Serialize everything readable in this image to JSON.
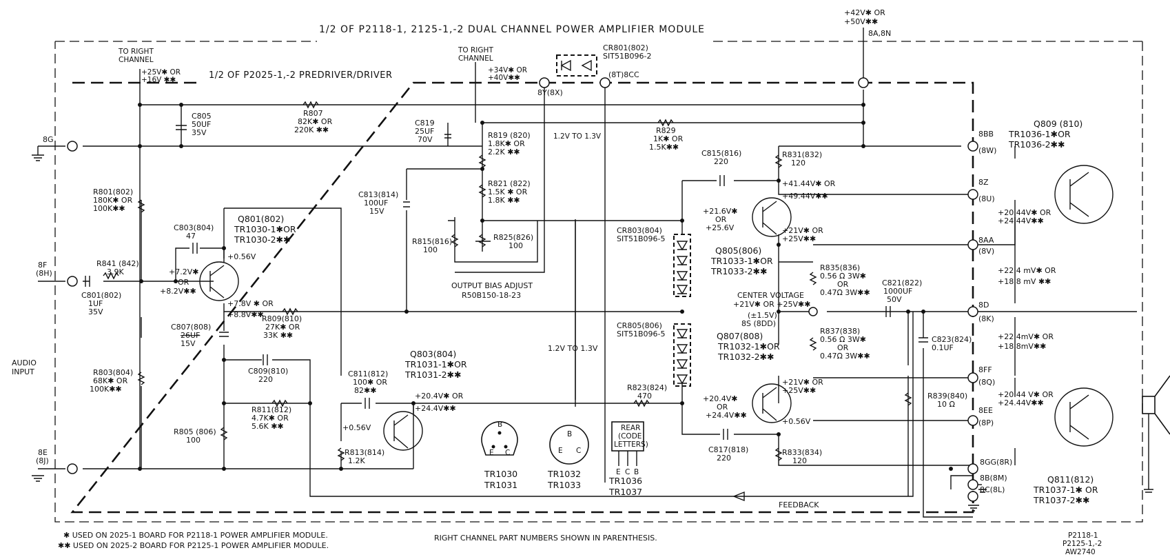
{
  "titles": {
    "module": "1/2 OF P2118-1, 2125-1,-2 DUAL CHANNEL POWER AMPLIFIER MODULE",
    "predriver": "1/2 OF P2025-1,-2 PREDRIVER/DRIVER"
  },
  "supplies": {
    "main_a": "+42V✱ OR",
    "main_b": "+50V✱✱",
    "main_pins": "8A,8N",
    "right1_a": "TO RIGHT",
    "right1_b": "CHANNEL",
    "v25_a": "+25V✱ OR",
    "v25_b": "+16V ✱✱",
    "right2_a": "TO RIGHT",
    "right2_b": "CHANNEL",
    "v34_a": "+34V✱ OR",
    "v34_b": "+40V✱✱"
  },
  "nodes": {
    "n8g": "8G",
    "n8f_a": "8F",
    "n8f_b": "(8H)",
    "n8e_a": "8E",
    "n8e_b": "(8J)",
    "n8y": "8Y(8X)",
    "n8t": "(8T)8CC",
    "n8bb_a": "8BB",
    "n8bb_b": "(8W)",
    "n8z_a": "8Z",
    "n8z_b": "(8U)",
    "n8aa_a": "8AA",
    "n8aa_b": "(8V)",
    "n8d_a": "8D",
    "n8d_b": "(8K)",
    "n8ff_a": "8FF",
    "n8ff_b": "(8Q)",
    "n8ee_a": "8EE",
    "n8ee_b": "(8P)",
    "n8gg": "8GG(8R)",
    "n8b": "8B(8M)",
    "n8c": "8C(8L)"
  },
  "components": {
    "c805": [
      "C805",
      "50UF",
      "35V"
    ],
    "r807": [
      "R807",
      "82K✱ OR",
      "220K ✱✱"
    ],
    "c819": [
      "C819",
      "25UF",
      "70V"
    ],
    "r819": [
      "R819 (820)",
      "1.8K✱ OR",
      "2.2K ✱✱"
    ],
    "v12a": "1.2V TO 1.3V",
    "r829": [
      "R829",
      "1K✱ OR",
      "1.5K✱✱"
    ],
    "cr801": [
      "CR801(802)",
      "SIT51B096-2"
    ],
    "r821": [
      "R821 (822)",
      "1.5K ✱ OR",
      "1.8K ✱✱"
    ],
    "c813": [
      "C813(814)",
      "100UF",
      "15V"
    ],
    "r815": [
      "R815(816)",
      "100"
    ],
    "r825": [
      "R825(826)",
      "100"
    ],
    "bias_a": "OUTPUT BIAS ADJUST",
    "bias_b": "R50B150-18-23",
    "r801": [
      "R801(802)",
      "180K✱ OR",
      "100K✱✱"
    ],
    "c803": [
      "C803(804)",
      "47"
    ],
    "q801": [
      "Q801(802)",
      "TR1030-1✱OR",
      "TR1030-2✱✱"
    ],
    "q801v": [
      "+0.56V",
      "+7.2V✱",
      "OR",
      "+8.2V✱✱"
    ],
    "r841": [
      "R841 (842)",
      "3.9K"
    ],
    "c801": [
      "C801(802)",
      "1UF",
      "35V"
    ],
    "v78": [
      "+7.8V ✱ OR",
      "+8.8V✱✱"
    ],
    "r809": [
      "R809(810)",
      "27K✱ OR",
      "33K ✱✱"
    ],
    "c807": [
      "C807(808)",
      "26UF",
      "15V"
    ],
    "c809": [
      "C809(810)",
      "220"
    ],
    "r803": [
      "R803(804)",
      "68K✱ OR",
      "100K✱✱"
    ],
    "audio": [
      "AUDIO",
      "INPUT"
    ],
    "r805": [
      "R805 (806)",
      "100"
    ],
    "r811": [
      "R811(812)",
      "4.7K✱ OR",
      "5.6K ✱✱"
    ],
    "c811": [
      "C811(812)",
      "100✱ OR",
      "82✱✱"
    ],
    "q803": [
      "Q803(804)",
      "TR1031-1✱OR",
      "TR1031-2✱✱"
    ],
    "q803v": [
      "+20.4V✱ OR",
      "+24.4V✱✱",
      "+0.56V"
    ],
    "r813": [
      "R813(814)",
      "1.2K"
    ],
    "v12b": "1.2V TO 1.3V",
    "c815": [
      "C815(816)",
      "220"
    ],
    "r831": [
      "R831(832)",
      "120"
    ],
    "v414": [
      "+41.44V✱ OR",
      "+49.44V✱✱"
    ],
    "cr803": [
      "CR803(804)",
      "SIT51B096-5"
    ],
    "q805v": [
      "+21.6V✱",
      "OR",
      "+25.6V",
      "+21V✱ OR",
      "+25V✱✱"
    ],
    "q805": [
      "Q805(806)",
      "TR1033-1✱OR",
      "TR1033-2✱✱"
    ],
    "r835": [
      "R835(836)",
      "0.56 Ω 3W✱",
      "OR",
      "0.47Ω 3W✱✱"
    ],
    "center": [
      "CENTER VOLTAGE",
      "+21V✱ OR +25V✱✱",
      "(±1.5V)",
      "8S (8DD)"
    ],
    "c821": [
      "C821(822)",
      "1000UF",
      "50V"
    ],
    "cr805": [
      "CR805(806)",
      "SIT51B096-5"
    ],
    "q807": [
      "Q807(808)",
      "TR1032-1✱OR",
      "TR1032-2✱✱"
    ],
    "r837": [
      "R837(838)",
      "0.56 Ω 3W✱",
      "OR",
      "0.47Ω 3W✱✱"
    ],
    "c823": [
      "C823(824)",
      "0.1UF"
    ],
    "r823": [
      "R823(824)",
      "470"
    ],
    "q807v": [
      "+20.4V✱",
      "OR",
      "+24.4V✱✱",
      "+21V✱ OR",
      "+25V✱✱",
      "+0.56V"
    ],
    "r839": [
      "R839(840)",
      "10 Ω"
    ],
    "c817": [
      "C817(818)",
      "220"
    ],
    "r833": [
      "R833(834)",
      "120"
    ],
    "q809": [
      "Q809 (810)",
      "TR1036-1✱OR",
      "TR1036-2✱✱"
    ],
    "q811": [
      "Q811(812)",
      "TR1037-1✱ OR",
      "TR1037-2✱✱"
    ],
    "outv": [
      "+20.44V✱ OR",
      "+24.44V✱✱",
      "+22.4 mV✱ OR",
      "+18.8 mV ✱✱",
      "+22.4mV✱ OR",
      "+18.8mV✱✱",
      "+20.44 V✱ OR",
      "+24.44V✱✱"
    ],
    "feedback": "FEEDBACK"
  },
  "pinouts": {
    "p1": [
      "TR1030",
      "TR1031"
    ],
    "p2": [
      "TR1032",
      "TR1033"
    ],
    "p3": [
      "TR1036",
      "TR1037"
    ],
    "rear": [
      "REAR",
      "(CODE",
      "LETTERS)"
    ],
    "pins_ebc": [
      "B",
      "E",
      "C"
    ],
    "pins_ecb": [
      "E",
      "C",
      "B"
    ]
  },
  "footer": {
    "note1": "✱ USED ON 2025-1 BOARD FOR P2118-1 POWER AMPLIFIER MODULE.",
    "note2": "✱✱ USED ON 2025-2 BOARD FOR P2125-1 POWER AMPLIFIER MODULE.",
    "note3": "RIGHT CHANNEL PART NUMBERS SHOWN IN PARENTHESIS.",
    "code": [
      "P2118-1",
      "P2125-1,-2",
      "AW2740"
    ]
  }
}
